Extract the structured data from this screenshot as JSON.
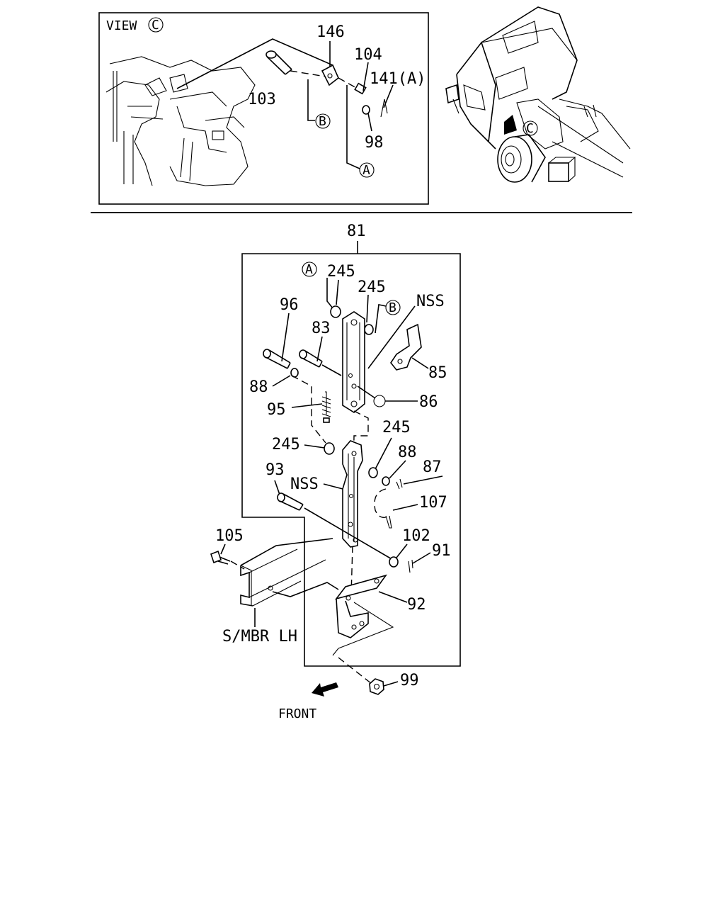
{
  "view_title": "VIEW",
  "view_ref": "C",
  "inset_labels": {
    "p146": "146",
    "p104": "104",
    "p141": "141(A)",
    "p103": "103",
    "p98": "98",
    "ref_a": "A",
    "ref_b": "B"
  },
  "cab_ref": "C",
  "main_labels": {
    "p81": "81",
    "p245a": "245",
    "p245b": "245",
    "p245c": "245",
    "p245d": "245",
    "ref_a": "A",
    "ref_b": "B",
    "nss1": "NSS",
    "nss2": "NSS",
    "p96": "96",
    "p83": "83",
    "p85": "85",
    "p86": "86",
    "p88a": "88",
    "p88b": "88",
    "p95": "95",
    "p87": "87",
    "p93": "93",
    "p107": "107",
    "p105": "105",
    "p102": "102",
    "p91": "91",
    "p92": "92",
    "p99": "99",
    "smbr": "S/MBR LH",
    "front": "FRONT"
  }
}
